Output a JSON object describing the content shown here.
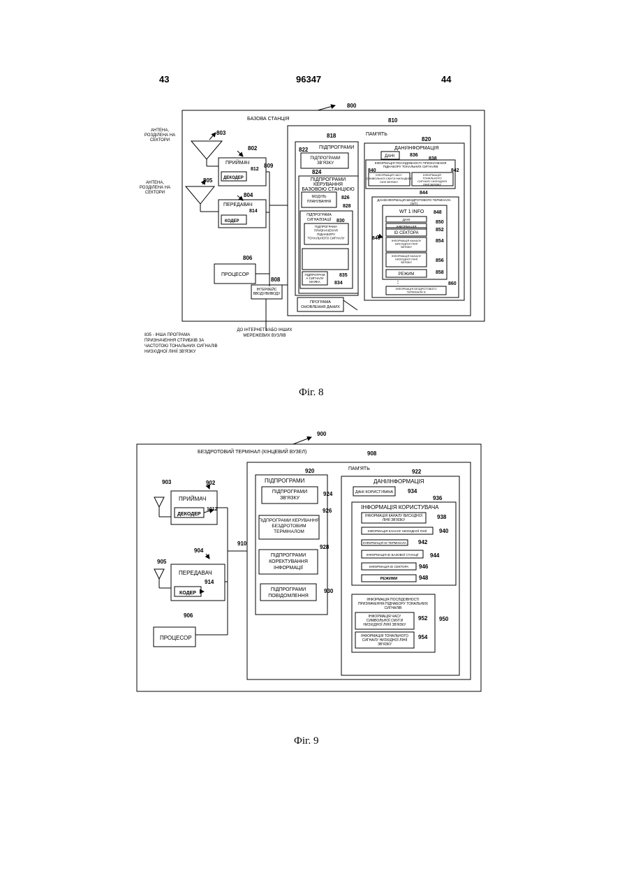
{
  "header": {
    "left_page": "43",
    "doc_number": "96347",
    "right_page": "44"
  },
  "fig8": {
    "caption": "Фіг. 8",
    "ref_800": "800",
    "base_station": "БАЗОВА СТАНЦІЯ",
    "antenna_label_1": [
      "АНТЕНА,",
      "РОЗДІЛЕНА НА",
      "СЕКТОРИ"
    ],
    "antenna_label_2": [
      "АНТЕНА,",
      "РОЗДІЛЕНА НА",
      "СЕКТОРИ"
    ],
    "ref_803": "803",
    "ref_805": "805",
    "ref_802": "802",
    "receiver": "ПРИЙМАЧ",
    "ref_812": "812",
    "decoder": "ДЕКОДЕР",
    "ref_804": "804",
    "transmitter": "ПЕРЕДАВАЧ",
    "ref_814": "814",
    "coder": "КОДЕР",
    "ref_809": "809",
    "ref_806": "806",
    "processor": "ПРОЦЕСОР",
    "ref_808": "808",
    "interface": [
      "ІНТЕРФЕЙС",
      "ВВОДУ/ВИВОДУ"
    ],
    "to_internet": [
      "ДО ІНТЕРНЕТ І/АБО ІНШИХ",
      "МЕРЕЖЕВИХ ВУЗЛІВ"
    ],
    "note_835": [
      "835 - ІНША ПРОГРАМА",
      "ПРИЗНАЧЕННЯ СТРИБКІВ ЗА",
      "ЧАСТОТОЮ ТОНАЛЬНИХ СИГНАЛІВ",
      "НИЗХІДНОЇ ЛІНІЇ ЗВ'ЯЗКУ"
    ],
    "ref_810": "810",
    "memory": "ПАМ'ЯТЬ",
    "ref_818": "818",
    "subprograms": "ПІДПРОГРАМИ",
    "ref_822": "822",
    "comm_subprograms": [
      "ПІДПРОГРАМИ",
      "ЗВ'ЯЗКУ"
    ],
    "ref_824": "824",
    "bs_control": [
      "ПІДПРОГРАМИ",
      "КЕРУВАННЯ",
      "БАЗОВОЮ СТАНЦІЄЮ"
    ],
    "scheduler": [
      "МОДУЛЬ",
      "ПЛАНУВАННЯ"
    ],
    "ref_826": "826",
    "ref_828": "828",
    "signaling": [
      "ПІДПРОГРАМА",
      "СИГНАЛІЗАЦІЇ"
    ],
    "ref_830": "830",
    "tone_subset": [
      "ПІДПРОГРАМА",
      "ПРИЗНАЧЕННЯ",
      "ПІДНАБОРУ",
      "ТОНАЛЬНОГО СИГНАЛУ"
    ],
    "beacon": [
      "ПІДПРОГРАМ",
      "А СИГНАЛУ",
      "МАЯКА"
    ],
    "ref_834": "834",
    "ref_835": "835",
    "update_program": [
      "ПРОГРАМА",
      "ОНОВЛЕННЯ ДАНИХ"
    ],
    "ref_820": "820",
    "data_info": "ДАНІ/ІНФОРМАЦІЯ",
    "data": "ДАНІ",
    "ref_836": "836",
    "ref_838": "838",
    "seq_info": [
      "ІНФОРМАЦІЯ ПОСЛІДОВНОСТІ ПРИЗНАЧЕННЯ",
      "ПІДНАБОРУ ТОНАЛЬНИХ СИГНАЛІВ"
    ],
    "ref_840": "840",
    "ref_842": "842",
    "info_840": [
      "ІНФОРМАЦІЯ ЧАСУ",
      "СИМВОЛЬНОЇ СМУГИ НИЗХІДНОЇ",
      "ЛІНІЇ ЗВ'ЯЗКУ"
    ],
    "info_842": [
      "ІНФОРМАЦІЯ",
      "ТОНАЛЬНОГО",
      "СИГНАЛУ НИЗХІДНОЇ",
      "ЛІНІЇ ЗВ'ЯЗКУ"
    ],
    "ref_844": "844",
    "wt_data": [
      "ДАНІ/ІНФОРМАЦІЯ БЕЗДРОТОВОГО ТЕРМІНАЛА",
      "(WT)"
    ],
    "wt1": "WT 1 INFO",
    "ref_846": "846",
    "ref_848": "848",
    "d_848": "ДАНІ",
    "ref_850": "850",
    "d_850": "ІНФОРМАЦІЯ",
    "ref_852": "852",
    "sector_id": "ID СЕКТОРА",
    "ref_854": "854",
    "uplink_info": [
      "ІНФОРМАЦІЯ КАНАЛУ",
      "ВИСХІДНОЇ ЛІНІЇ",
      "ЗВ'ЯЗКУ"
    ],
    "ref_856": "856",
    "downlink_info": [
      "ІНФОРМАЦІЯ КАНАЛУ",
      "НИЗХІДНОЇ ЛІНІЇ",
      "ЗВ'ЯЗКУ"
    ],
    "ref_858": "858",
    "mode": "РЕЖИМ",
    "ref_860": "860",
    "wt_n": [
      "ІНФОРМАЦІЯ БЕЗДРОТОВОГО",
      "ТЕРМІНАЛА N"
    ]
  },
  "fig9": {
    "caption": "Фіг. 9",
    "ref_900": "900",
    "terminal": "БЕЗДРОТОВИЙ ТЕРМІНАЛ (КІНЦЕВИЙ ВУЗЕЛ)",
    "ref_903": "903",
    "ref_902": "902",
    "receiver": "ПРИЙМАЧ",
    "decoder": "ДЕКОДЕР",
    "ref_1012": "1012",
    "ref_905": "905",
    "ref_904": "904",
    "transmitter": "ПЕРЕДАВАЧ",
    "coder": "КОДЕР",
    "ref_914": "914",
    "ref_910": "910",
    "ref_906": "906",
    "processor": "ПРОЦЕСОР",
    "ref_908": "908",
    "memory": "ПАМ'ЯТЬ",
    "ref_920": "920",
    "subprograms": "ПІДПРОГРАМИ",
    "comm": [
      "ПІДПРОГРАМИ",
      "ЗВ'ЯЗКУ"
    ],
    "ref_924": "924",
    "control": [
      "ПІДПРОГРАМИ КЕРУВАННЯ",
      "БЕЗДРОТОВИМ",
      "ТЕРМІНАЛОМ"
    ],
    "ref_926": "926",
    "correction": [
      "ПІДПРОГРАМИ",
      "КОРЕКТУВАННЯ",
      "ІНФОРМАЦІЇ"
    ],
    "ref_928": "928",
    "messages": [
      "ПІДПРОГРАМИ",
      "ПОВІДОМЛЕННЯ"
    ],
    "ref_930": "930",
    "ref_922": "922",
    "data_info": "ДАНІ/ІНФОРМАЦІЯ",
    "user_data": "ДАНІ КОРИСТУВАЧА",
    "ref_934": "934",
    "ref_936": "936",
    "user_info": "ІНФОРМАЦІЯ КОРИСТУВАЧА",
    "uplink": [
      "ІНФОРМАЦІЯ КАНАЛУ ВИСХІДНОЇ",
      "ЛІНІЇ ЗВ'ЯЗКУ"
    ],
    "ref_938": "938",
    "downlink": "ІНФОРМАЦІЯ КАНАЛУ НИЗХІДНОЇ ЛІНІЇ",
    "ref_940": "940",
    "terminal_id": "ІНФОРМАЦІЯ ID ТЕРМІНАЛА",
    "ref_942": "942",
    "bs_id": "ІНФОРМАЦІЯ ID БАЗОВОЇ СТАНЦІЇ",
    "ref_944": "944",
    "sector_id": "ІНФОРМАЦІЯ ID СЕКТОРА",
    "ref_946": "946",
    "modes": "РЕЖИМИ",
    "ref_948": "948",
    "ref_950": "950",
    "seq_info": [
      "ІНФОРМАЦІЯ ПОСЛІДОВНОСТІ",
      "ПРИЗНАЧЕННЯ ПІДНАБОРУ ТОНАЛЬНИХ",
      "СИГНАЛІВ"
    ],
    "symbol_time": [
      "ІНФОРМАЦІЯ ЧАСУ",
      "СИМВОЛЬНОЇ СМУГИ",
      "НИЗХІДНОЇ ЛІНІЇ ЗВ'ЯЗКУ"
    ],
    "ref_952": "952",
    "tone_info": [
      "ІНФОРМАЦІЯ ТОНАЛЬНОГО",
      "СИГНАЛУ НИЗХІДНОЇ ЛІНІЇ",
      "ЗВ'ЯЗКУ"
    ],
    "ref_954": "954"
  }
}
